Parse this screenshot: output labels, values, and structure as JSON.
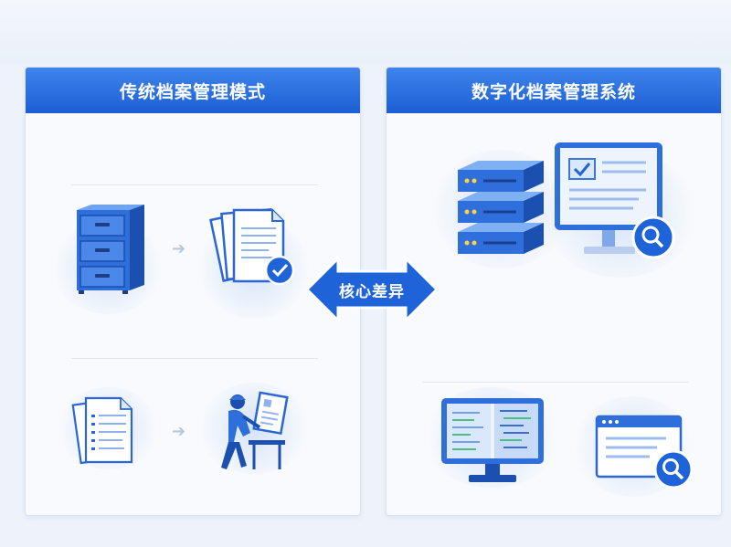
{
  "left_panel": {
    "title": "传统档案管理模式"
  },
  "right_panel": {
    "title": "数字化档案管理系统"
  },
  "center": {
    "label": "核心差异"
  },
  "icons": {
    "cabinet": "filing-cabinet-icon",
    "papers": "paper-documents-check-icon",
    "paper_list": "paper-list-icon",
    "worker": "clerk-at-desk-icon",
    "server": "server-stack-icon",
    "monitor": "monitor-search-icon",
    "code": "code-monitor-icon",
    "browser": "browser-search-icon"
  },
  "colors": {
    "primary": "#1c5fd4",
    "accent": "#3f84ec",
    "light": "#e3edfb"
  }
}
